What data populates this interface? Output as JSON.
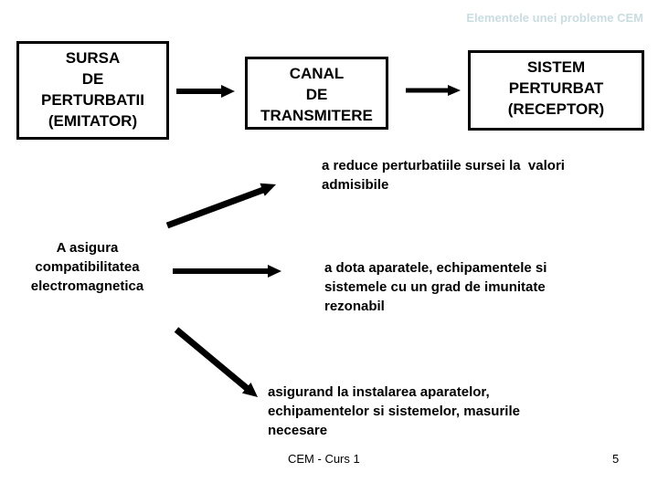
{
  "slide": {
    "title": "Elementele unei probleme CEM",
    "flow_boxes": [
      {
        "id": "sursa",
        "text": "SURSA\nDE\nPERTURBATII\n(EMITATOR)"
      },
      {
        "id": "canal",
        "text": "CANAL\nDE\nTRANSMITERE"
      },
      {
        "id": "sistem",
        "text": "SISTEM\nPERTURBAT\n(RECEPTOR)"
      }
    ],
    "goal": "A asigura\ncompatibilitatea\nelectromagnetica",
    "measures": {
      "reduce": "a reduce perturbatiile sursei la  valori\nadmisibile",
      "imunitate": "a dota aparatele, echipamentele si\nsistemele cu un grad de imunitate\nrezonabil",
      "instalare": "asigurand la instalarea aparatelor,\nechipamentelor si sistemelor, masurile\nnecesare"
    },
    "connections": [
      {
        "from": "sursa",
        "to": "canal",
        "style": "horizontal-arrow"
      },
      {
        "from": "canal",
        "to": "sistem",
        "style": "horizontal-arrow"
      },
      {
        "from": "goal",
        "to": "reduce",
        "style": "diagonal-up-arrow"
      },
      {
        "from": "goal",
        "to": "imunitate",
        "style": "horizontal-arrow"
      },
      {
        "from": "goal",
        "to": "instalare",
        "style": "diagonal-down-arrow"
      }
    ],
    "footer": {
      "course_label": "CEM - Curs 1",
      "page_number": "5"
    }
  },
  "colors": {
    "background": "#ffffff",
    "title_text": "#c9dde1",
    "body_text": "#000000",
    "box_border": "#000000",
    "arrow": "#000000"
  }
}
